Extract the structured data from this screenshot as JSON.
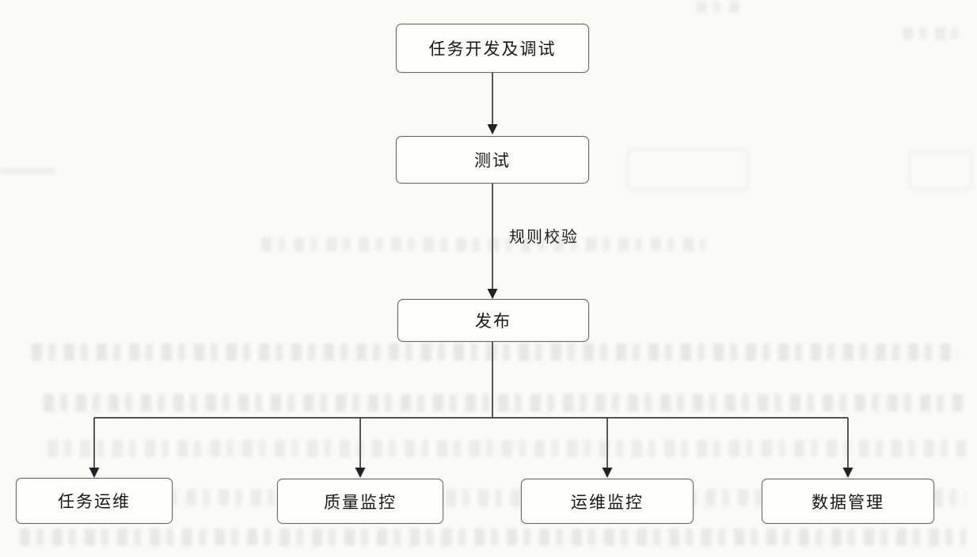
{
  "diagram": {
    "type": "flowchart",
    "orientation": "top-down",
    "nodes": [
      {
        "id": "dev",
        "label": "任务开发及调试"
      },
      {
        "id": "test",
        "label": "测试"
      },
      {
        "id": "publish",
        "label": "发布"
      },
      {
        "id": "ops",
        "label": "任务运维"
      },
      {
        "id": "quality",
        "label": "质量监控"
      },
      {
        "id": "monitor",
        "label": "运维监控"
      },
      {
        "id": "data",
        "label": "数据管理"
      }
    ],
    "edges": [
      {
        "from": "dev",
        "to": "test",
        "label": ""
      },
      {
        "from": "test",
        "to": "publish",
        "label": "规则校验"
      },
      {
        "from": "publish",
        "to": "ops",
        "label": ""
      },
      {
        "from": "publish",
        "to": "quality",
        "label": ""
      },
      {
        "from": "publish",
        "to": "monitor",
        "label": ""
      },
      {
        "from": "publish",
        "to": "data",
        "label": ""
      }
    ],
    "colors": {
      "line": "#3a3a3a",
      "node_border": "#6b6b6b",
      "node_fill": "#fdfdfb",
      "page_background": "#fafaf7"
    }
  }
}
